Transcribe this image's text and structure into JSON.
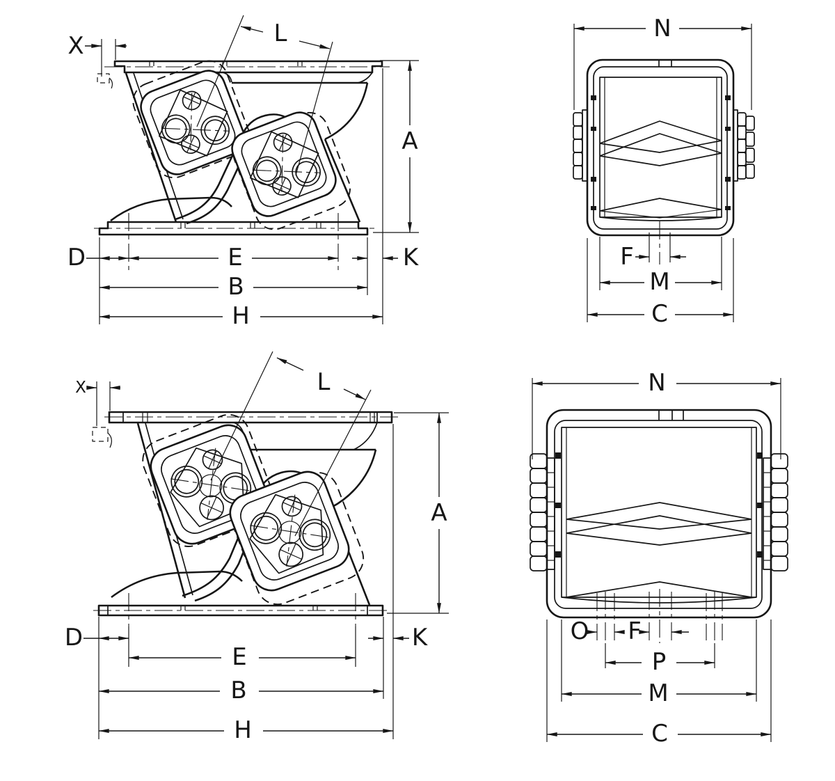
{
  "drawing": {
    "kind": "engineering-dimension-drawing",
    "colors": {
      "line": "#161616",
      "background": "#ffffff"
    },
    "views": {
      "upper_side": {
        "labels": {
          "X": "X",
          "L": "L",
          "A": "A",
          "D": "D",
          "E": "E",
          "K": "K",
          "B": "B",
          "H": "H"
        }
      },
      "upper_end": {
        "labels": {
          "N": "N",
          "F": "F",
          "M": "M",
          "C": "C"
        }
      },
      "lower_side": {
        "labels": {
          "X": "X",
          "L": "L",
          "A": "A",
          "D": "D",
          "E": "E",
          "K": "K",
          "B": "B",
          "H": "H"
        }
      },
      "lower_end": {
        "labels": {
          "N": "N",
          "O": "O",
          "F": "F",
          "P": "P",
          "M": "M",
          "C": "C"
        }
      }
    }
  }
}
